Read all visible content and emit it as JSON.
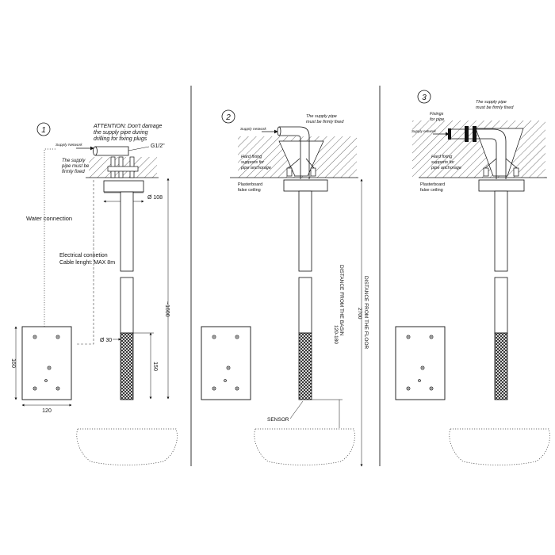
{
  "step1": {
    "number": "1",
    "attention": [
      "ATTENTION: Don't damage",
      "the supply pipe during",
      "drilling for fixing plugs"
    ],
    "thread": "G1/2\"",
    "supply_network": "Supply Network",
    "firmly_fixed": [
      "The supply",
      "pipe must be",
      "firmly fixed"
    ],
    "diameter_108": "Ø 108",
    "water_connection": "Water connection",
    "electrical": [
      "Electrical connetion",
      "Cable lenght: MAX 8m"
    ],
    "length_1600": "~1600",
    "diameter_30": "Ø 30",
    "dim_150": "150",
    "dim_160": "160",
    "dim_120": "120"
  },
  "step2": {
    "number": "2",
    "supply_network": "Supply network",
    "firmly_fixed": [
      "The supply pipe",
      "must be firmly fixed"
    ],
    "hard_fixing": [
      "Hard fixing",
      "supports for",
      "pipe anchorage"
    ],
    "plasterboard": [
      "Plasterboard",
      "false ceiling"
    ],
    "dim_basin": [
      "120-180",
      "DISTANCE FROM THE BASIN"
    ],
    "dim_floor": [
      "2700",
      "DISTANCE FROM THE FLOOR"
    ],
    "sensor": "SENSOR"
  },
  "step3": {
    "number": "3",
    "firmly_fixed": [
      "The supply pipe",
      "must be firmly fixed"
    ],
    "fixings": [
      "Fixings",
      "for pipe"
    ],
    "supply_network": "Supply network",
    "hard_fixing": [
      "Hard fixing",
      "supports for",
      "pipe anchorage"
    ],
    "plasterboard": [
      "Plasterboard",
      "false ceiling"
    ]
  }
}
